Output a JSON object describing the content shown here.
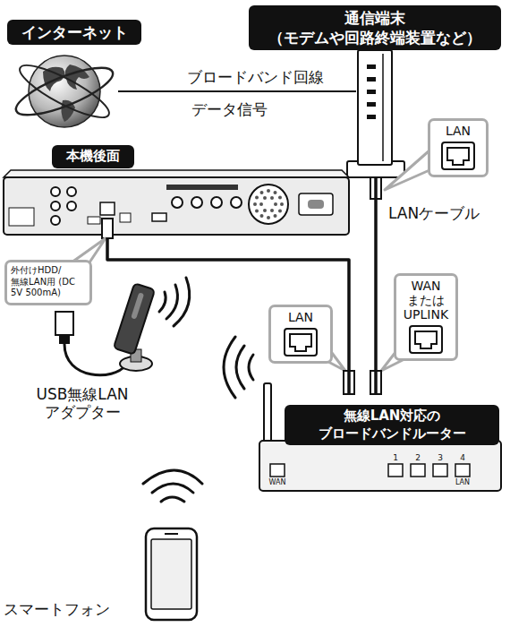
{
  "diagram": {
    "nodes": [
      {
        "text": [
          "インターネット"
        ]
      },
      {
        "text": [
          "通信端末 （モデムや回路終端装置など）"
        ]
      },
      {
        "text": [
          "本機後面"
        ]
      },
      {
        "text": [
          "外付けHDD/ 無線LAN用 (DC 5V 500mA)"
        ]
      },
      {
        "text": [
          "LAN"
        ]
      },
      {
        "text": [
          "LAN"
        ]
      },
      {
        "text": [
          "WAN または UPLINK"
        ]
      },
      {
        "text": [
          "無線LAN対応の ブロードバンドルーター"
        ]
      }
    ],
    "edges": [
      {
        "from": 0,
        "to": 1,
        "label": "ブロードバンド回線",
        "arrow": "none"
      },
      {
        "from": 1,
        "to": 7,
        "arrow": "none"
      },
      {
        "from": 2,
        "to": 7,
        "arrow": "none"
      }
    ],
    "labels": [
      "データ信号",
      "LANケーブル",
      "USB無線LAN アダプター",
      "スマートフォン",
      "WAN",
      "1",
      "2",
      "3",
      "4",
      "LAN"
    ]
  }
}
